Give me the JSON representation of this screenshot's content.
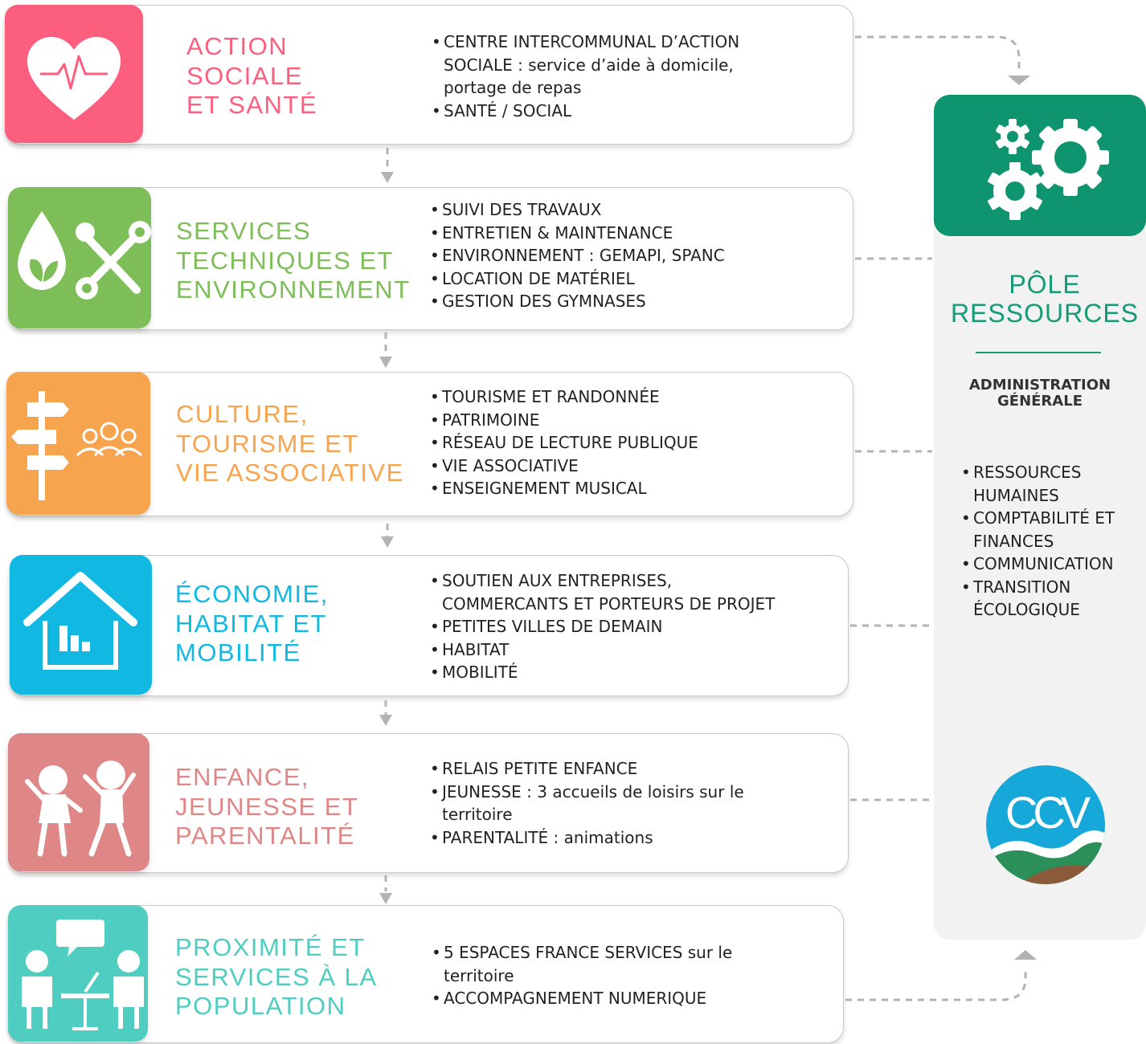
{
  "colors": {
    "action_sociale": "#fc5f7e",
    "services_techniques": "#7ebe58",
    "culture": "#f7a44e",
    "economie": "#10b8e2",
    "enfance": "#df8787",
    "proximite": "#4ecdc0",
    "pole": "#0f9470"
  },
  "departments": [
    {
      "icon": "heart-pulse-icon",
      "title_lines": [
        "ACTION",
        "SOCIALE",
        "ET SANTÉ"
      ],
      "items": [
        [
          "CENTRE INTERCOMMUNAL D’ACTION",
          "SOCIALE : service d’aide à domicile,",
          "portage de repas"
        ],
        [
          "SANTÉ / SOCIAL"
        ]
      ]
    },
    {
      "icon": "water-drop-leaf-tools-icon",
      "title_lines": [
        "SERVICES",
        "TECHNIQUES ET",
        "ENVIRONNEMENT"
      ],
      "items": [
        [
          "SUIVI DES TRAVAUX"
        ],
        [
          "ENTRETIEN & MAINTENANCE"
        ],
        [
          "ENVIRONNEMENT : GEMAPI, SPANC"
        ],
        [
          "LOCATION DE MATÉRIEL"
        ],
        [
          "GESTION DES GYMNASES"
        ]
      ]
    },
    {
      "icon": "signpost-people-icon",
      "title_lines": [
        "CULTURE,",
        "TOURISME ET",
        "VIE ASSOCIATIVE"
      ],
      "items": [
        [
          "TOURISME ET RANDONNÉE"
        ],
        [
          "PATRIMOINE"
        ],
        [
          "RÉSEAU DE LECTURE PUBLIQUE"
        ],
        [
          "VIE ASSOCIATIVE"
        ],
        [
          "ENSEIGNEMENT MUSICAL"
        ]
      ]
    },
    {
      "icon": "house-chart-icon",
      "title_lines": [
        "ÉCONOMIE,",
        "HABITAT ET",
        "MOBILITÉ"
      ],
      "items": [
        [
          "SOUTIEN AUX ENTREPRISES,",
          "COMMERCANTS ET PORTEURS DE PROJET"
        ],
        [
          "PETITES VILLES DE DEMAIN"
        ],
        [
          "HABITAT"
        ],
        [
          "MOBILITÉ"
        ]
      ]
    },
    {
      "icon": "children-playing-icon",
      "title_lines": [
        "ENFANCE,",
        "JEUNESSE ET",
        "PARENTALITÉ"
      ],
      "items": [
        [
          "RELAIS PETITE ENFANCE"
        ],
        [
          "JEUNESSE : 3 accueils de loisirs sur le",
          "territoire"
        ],
        [
          "PARENTALITÉ : animations"
        ]
      ]
    },
    {
      "icon": "people-meeting-icon",
      "title_lines": [
        "PROXIMITÉ ET",
        "SERVICES À LA",
        "POPULATION"
      ],
      "items": [
        [
          "5 ESPACES FRANCE SERVICES sur le",
          "territoire"
        ],
        [
          "ACCOMPAGNEMENT NUMERIQUE"
        ]
      ]
    }
  ],
  "pole": {
    "icon": "gears-icon",
    "title_lines": [
      "PÔLE",
      "RESSOURCES"
    ],
    "subtitle_lines": [
      "ADMINISTRATION",
      "GÉNÉRALE"
    ],
    "items": [
      [
        "RESSOURCES",
        "HUMAINES"
      ],
      [
        "COMPTABILITÉ ET",
        "FINANCES"
      ],
      [
        "COMMUNICATION"
      ],
      [
        "TRANSITION",
        "ÉCOLOGIQUE"
      ]
    ],
    "logo": {
      "icon": "ccv-logo-icon",
      "text": "CCV"
    }
  }
}
